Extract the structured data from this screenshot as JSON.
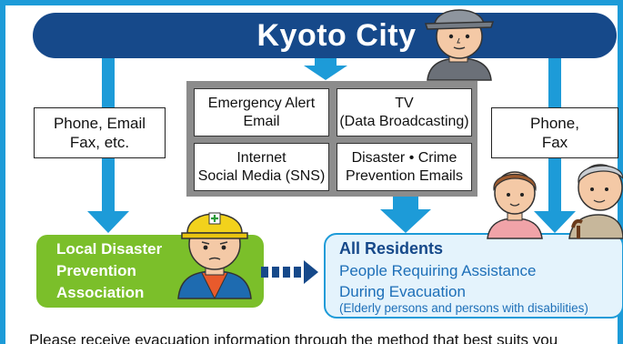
{
  "banner": {
    "title": "Kyoto City"
  },
  "left_channel": {
    "label": "Phone, Email\nFax, etc."
  },
  "right_channel": {
    "label": "Phone,\nFax"
  },
  "media": [
    {
      "label": "Emergency Alert\nEmail"
    },
    {
      "label": "TV\n(Data Broadcasting)"
    },
    {
      "label": "Internet\nSocial Media (SNS)"
    },
    {
      "label": "Disaster • Crime\nPrevention Emails"
    }
  ],
  "association": {
    "label": "Local Disaster\nPrevention\nAssociation"
  },
  "residents": {
    "heading": "All Residents",
    "subheading": "People Requiring Assistance\nDuring Evacuation",
    "note": "(Elderly persons and persons with disabilities)"
  },
  "footer": {
    "text": "Please receive evacuation information through the method that best suits you"
  },
  "colors": {
    "frame": "#1d9bd8",
    "banner": "#16498a",
    "association": "#7bbf2a",
    "residents_bg": "#e4f3fc"
  },
  "icons": [
    "man-with-cap-icon",
    "worker-with-hardhat-icon",
    "woman-icon",
    "elderly-woman-with-cane-icon",
    "dotted-arrow-icon"
  ]
}
